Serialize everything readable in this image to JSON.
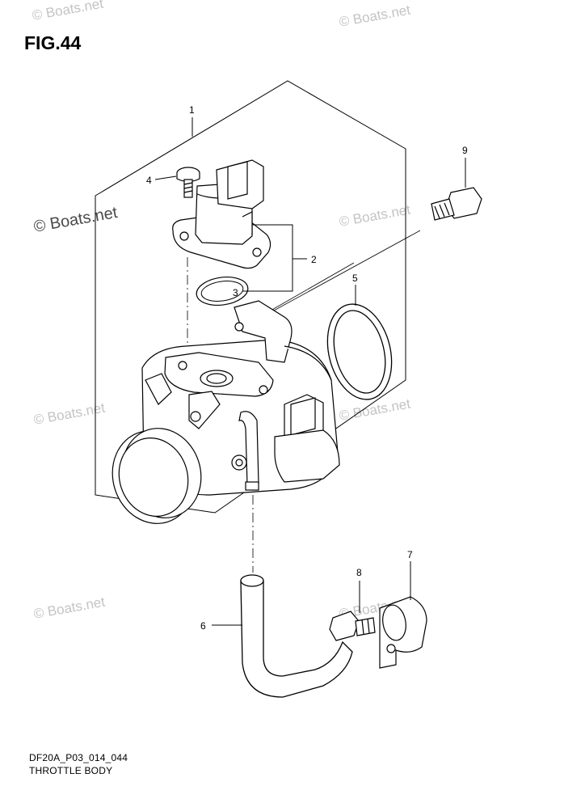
{
  "figure": {
    "title": "FIG.44",
    "code": "DF20A_P03_014_044",
    "name": "THROTTLE BODY"
  },
  "watermark": {
    "text": "© Boats.net",
    "color": "#c4c4c4",
    "dark_color": "#4a4a4a"
  },
  "callouts": {
    "c1": "1",
    "c2": "2",
    "c3": "3",
    "c4": "4",
    "c5": "5",
    "c6": "6",
    "c7": "7",
    "c8": "8",
    "c9": "9"
  }
}
